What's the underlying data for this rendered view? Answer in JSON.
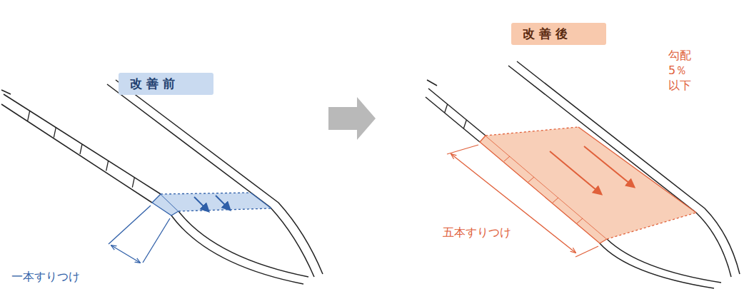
{
  "diagram": {
    "nodes": [
      {
        "text": [
          "改善前"
        ]
      },
      {
        "text": [
          "改善後"
        ]
      }
    ],
    "labels": [
      "一本すりつけ",
      "五本すりつけ",
      "勾配 5％以下"
    ]
  }
}
